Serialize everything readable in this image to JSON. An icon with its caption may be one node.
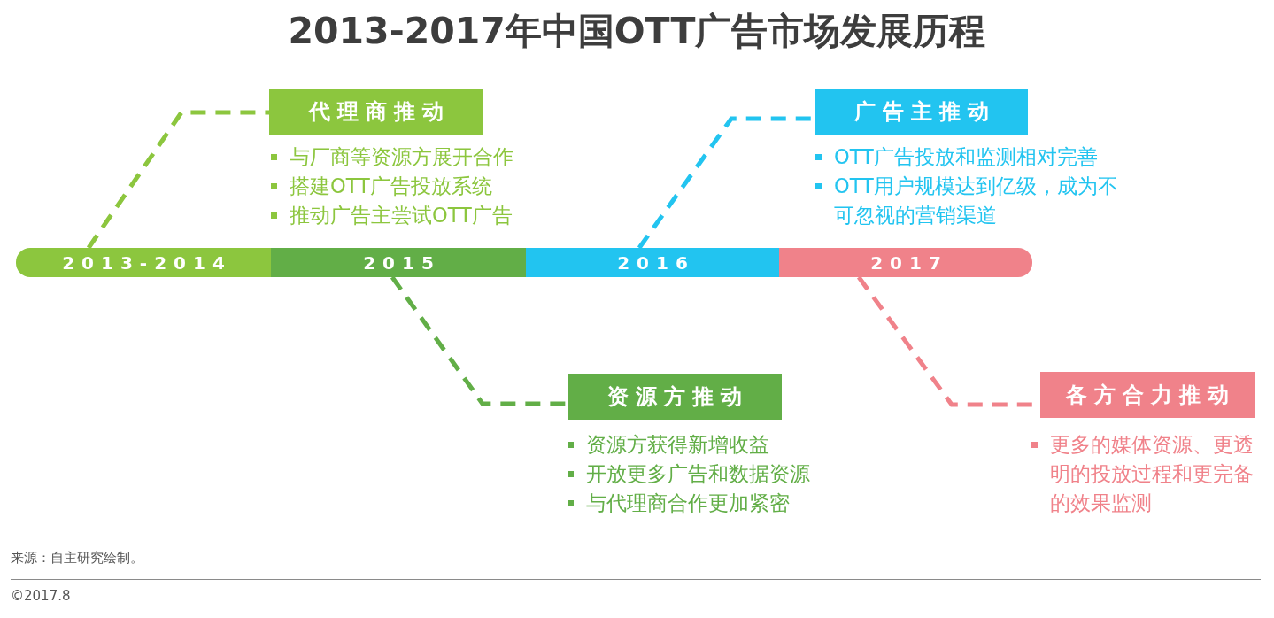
{
  "diagram": {
    "title": "2013-2017年中国OTT广告市场发展历程",
    "nodes": [
      {
        "text": [
          "代理商推动"
        ],
        "beside": [
          "与厂商等资源方展开合作",
          "搭建OTT广告投放系统",
          "推动广告主尝试OTT广告"
        ]
      },
      {
        "text": [
          "广告主推动"
        ],
        "beside": [
          "OTT广告投放和监测相对完善",
          "OTT用户规模达到亿级，成为不可忽视的营销渠道"
        ]
      },
      {
        "text": [
          "2013-2014"
        ]
      },
      {
        "text": [
          "2015"
        ]
      },
      {
        "text": [
          "2016"
        ]
      },
      {
        "text": [
          "2017"
        ]
      },
      {
        "text": [
          "资源方推动"
        ],
        "beside": [
          "资源方获得新增收益",
          "开放更多广告和数据资源",
          "与代理商合作更加紧密"
        ]
      },
      {
        "text": [
          "各方合力推动"
        ],
        "beside": [
          "更多的媒体资源、更透明的投放过程和更完备的效果监测"
        ]
      }
    ],
    "edges": [
      {
        "from": 2,
        "to": 0,
        "arrow": "none",
        "style": "dashed",
        "color": "#8cc63e"
      },
      {
        "from": 3,
        "to": 6,
        "arrow": "none",
        "style": "dashed",
        "color": "#62ae47"
      },
      {
        "from": 4,
        "to": 1,
        "arrow": "none",
        "style": "dashed",
        "color": "#22c4f0"
      },
      {
        "from": 5,
        "to": 7,
        "arrow": "none",
        "style": "dashed",
        "color": "#f0828a"
      }
    ],
    "labels": [
      "来源：自主研究绘制。",
      "©2017.8"
    ]
  }
}
